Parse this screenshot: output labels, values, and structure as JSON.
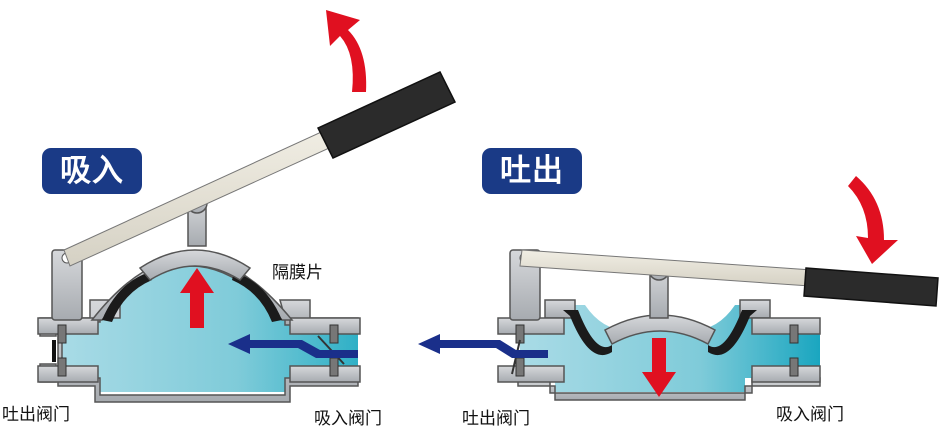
{
  "left_panel": {
    "badge": "吸入",
    "label_diaphragm": "隔膜片",
    "label_outlet_valve": "吐出阀门",
    "label_inlet_valve": "吸入阀门"
  },
  "right_panel": {
    "badge": "吐出",
    "label_outlet_valve": "吐出阀门",
    "label_inlet_valve": "吸入阀门"
  },
  "colors": {
    "badge_bg": "#1a3a86",
    "fluid": "#7fd0dd",
    "body_metal": "#b9bcc0",
    "handle": "#2b2b2b",
    "arrow_red": "#e01020",
    "flow_blue": "#1a2f8a"
  }
}
